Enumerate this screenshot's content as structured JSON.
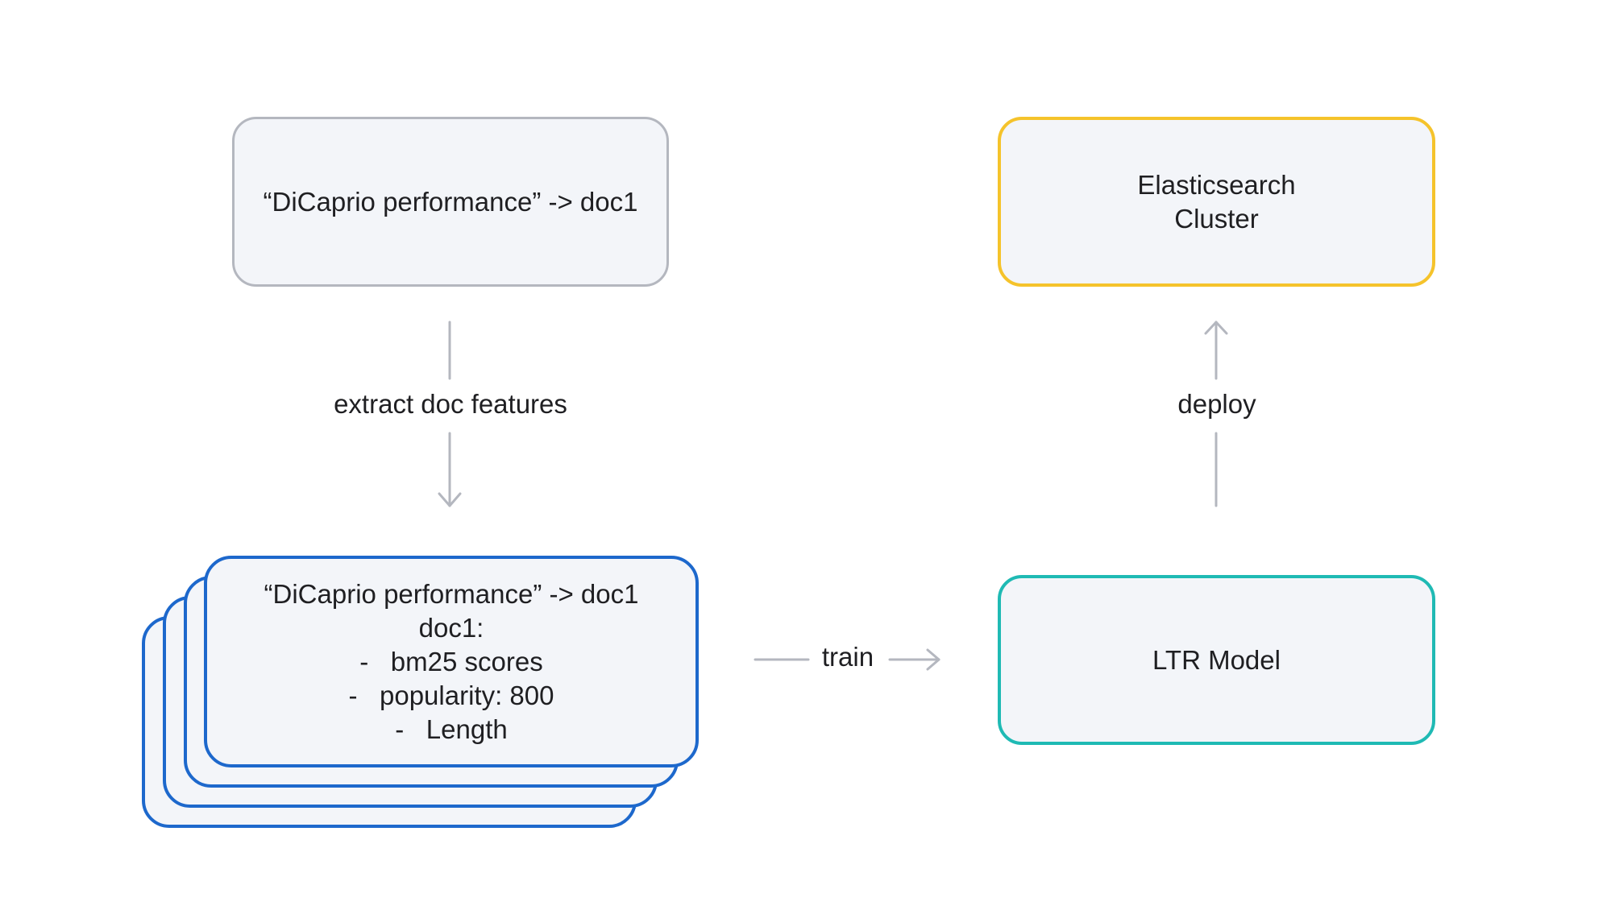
{
  "nodes": {
    "query": {
      "text": "“DiCaprio performance” -> doc1"
    },
    "features": {
      "query_line": "“DiCaprio performance” -> doc1",
      "doc_line": "doc1:",
      "items": [
        "-   bm25 scores",
        "-   popularity: 800",
        "-   Length"
      ]
    },
    "elasticsearch": {
      "line1": "Elasticsearch",
      "line2": "Cluster"
    },
    "ltr_model": {
      "text": "LTR Model"
    }
  },
  "edges": {
    "extract": "extract doc features",
    "train": "train",
    "deploy": "deploy"
  },
  "colors": {
    "gray_border": "#b4b7bf",
    "blue_border": "#1d68cc",
    "yellow_border": "#f5c32b",
    "teal_border": "#1fbab4",
    "box_fill": "#f3f5f9",
    "connector": "#b4b7bf"
  }
}
